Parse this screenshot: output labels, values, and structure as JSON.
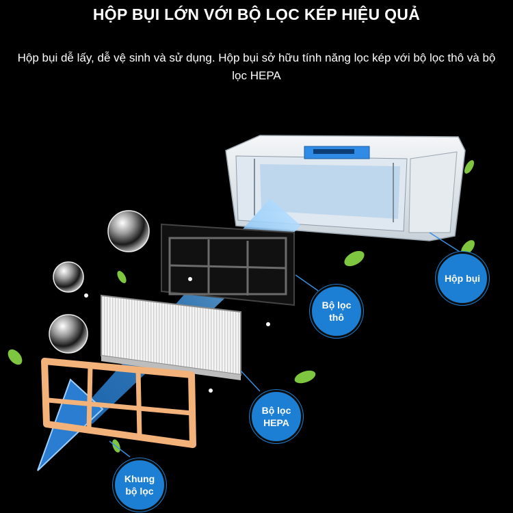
{
  "title": "HỘP BỤI LỚN VỚI BỘ LỌC KÉP HIỆU QUẢ",
  "subtitle": "Hộp bụi dễ lấy, dễ vệ sinh và sử dụng. Hộp bụi sở hữu tính năng lọc kép với bộ lọc thô và bộ lọc HEPA",
  "labels": {
    "dust_box": "Hộp bụi",
    "coarse_filter": "Bộ lọc\nthô",
    "hepa_filter": "Bộ lọc\nHEPA",
    "filter_frame": "Khung\nbộ lọc"
  },
  "colors": {
    "background": "#000000",
    "callout": "#1c7fd3",
    "frame": "#f2b27a",
    "leaf": "#7ec63f",
    "arrow": "#4a9fe8"
  }
}
